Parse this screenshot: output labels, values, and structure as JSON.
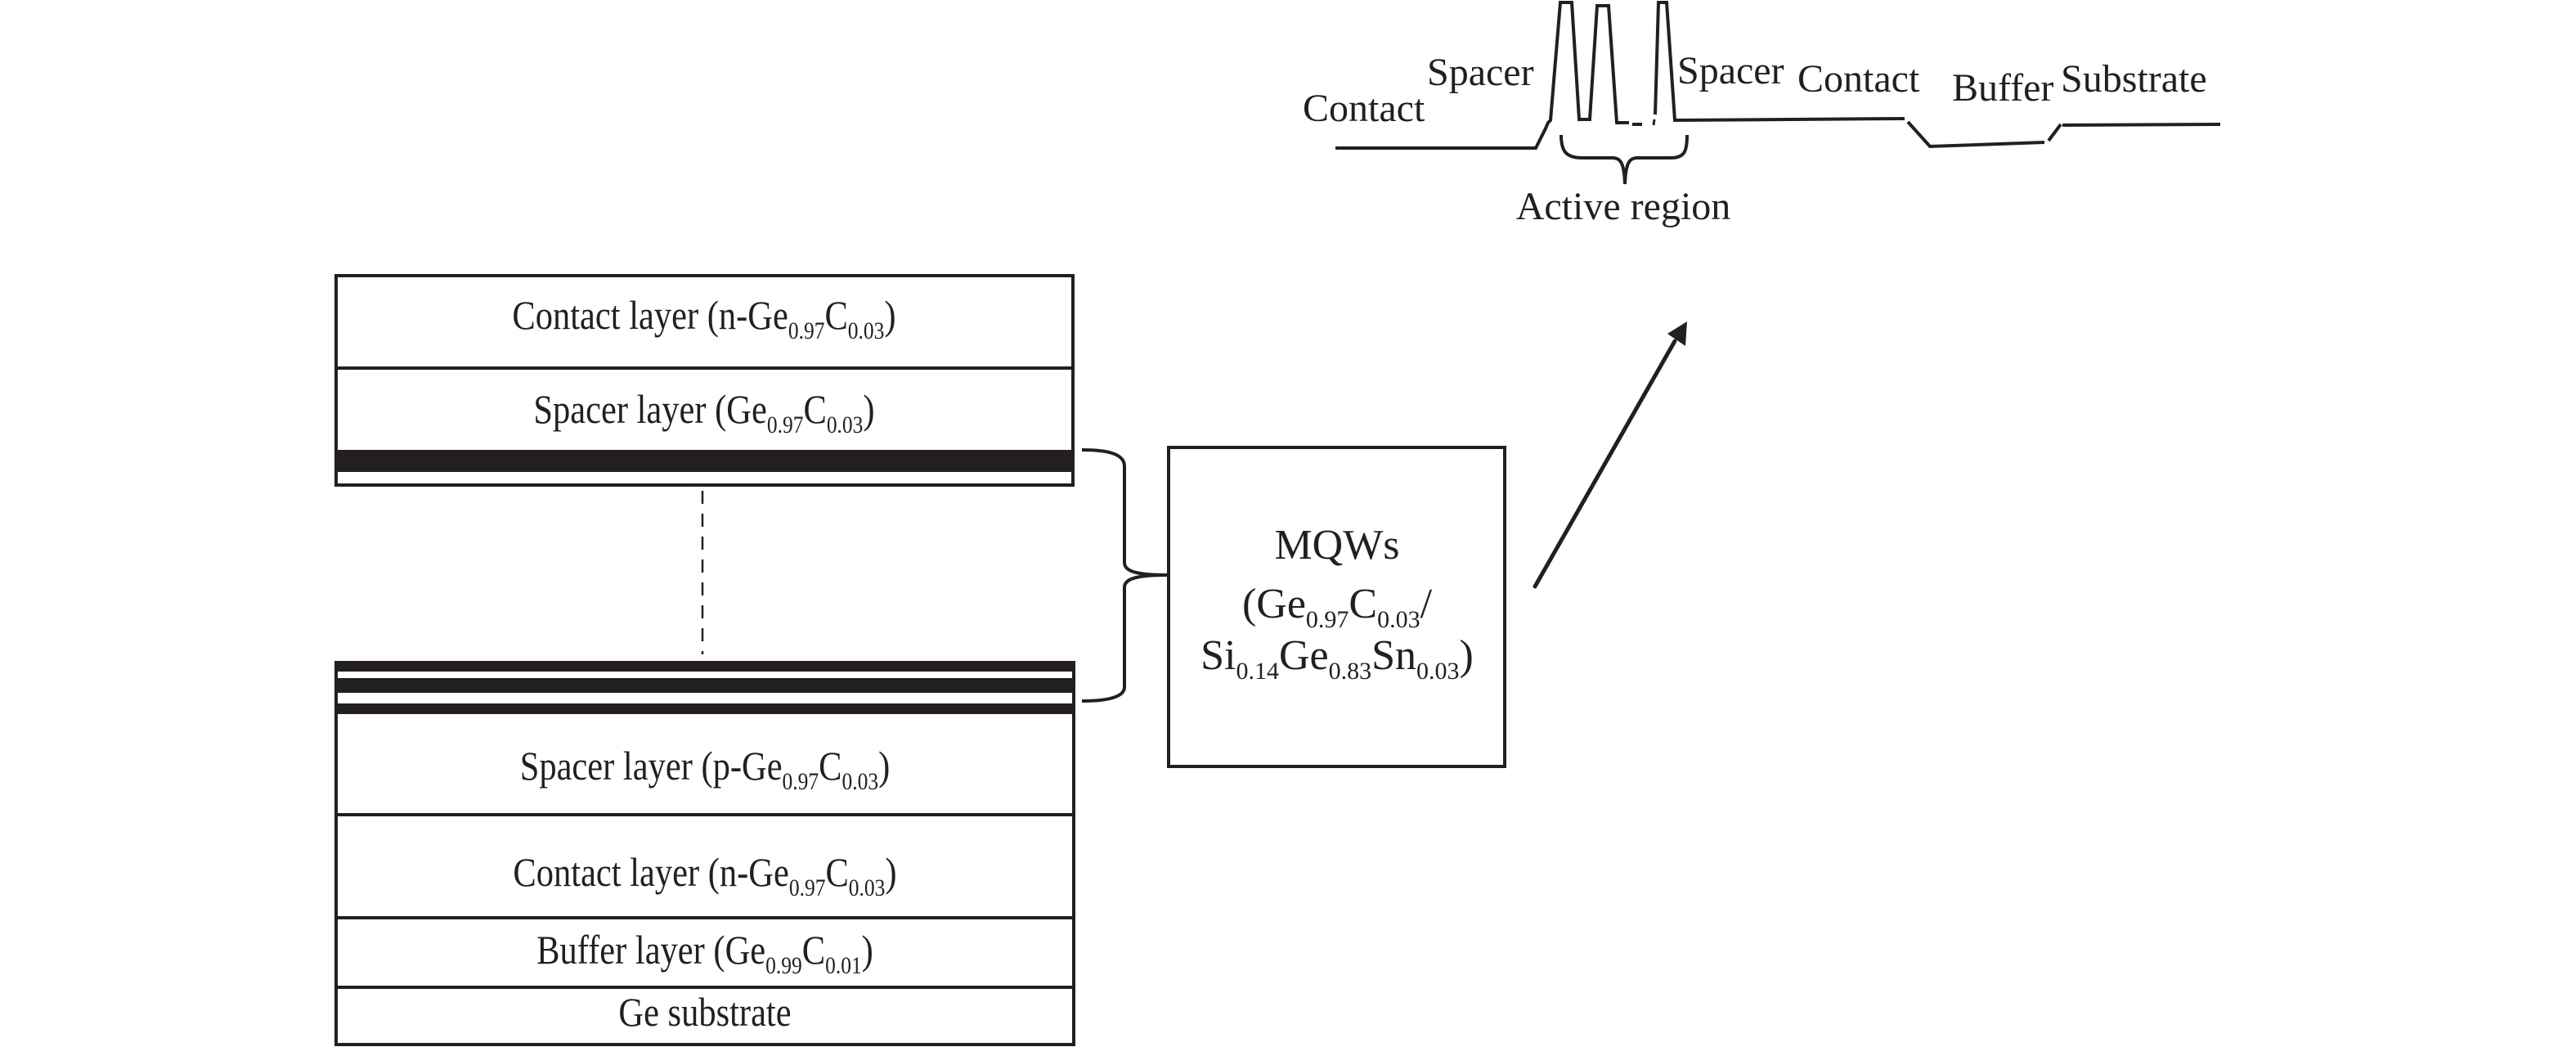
{
  "figure": {
    "stack_top": {
      "layers": [
        {
          "id": "contact-top",
          "parts": [
            [
              "Contact layer (n-Ge",
              ""
            ],
            [
              "0.97",
              "sub"
            ],
            [
              "C",
              ""
            ],
            [
              "0.03",
              "sub"
            ],
            [
              ")",
              ""
            ]
          ]
        },
        {
          "id": "spacer-top",
          "parts": [
            [
              "Spacer layer (Ge",
              ""
            ],
            [
              "0.97",
              "sub"
            ],
            [
              "C",
              ""
            ],
            [
              "0.03",
              "sub"
            ],
            [
              ")",
              ""
            ]
          ]
        }
      ]
    },
    "stack_bottom": {
      "layers": [
        {
          "id": "spacer-bottom",
          "parts": [
            [
              "Spacer layer (p-Ge",
              ""
            ],
            [
              "0.97",
              "sub"
            ],
            [
              "C",
              ""
            ],
            [
              "0.03",
              "sub"
            ],
            [
              ")",
              ""
            ]
          ]
        },
        {
          "id": "contact-bottom",
          "parts": [
            [
              "Contact layer (n-Ge",
              ""
            ],
            [
              "0.97",
              "sub"
            ],
            [
              "C",
              ""
            ],
            [
              "0.03",
              "sub"
            ],
            [
              ")",
              ""
            ]
          ]
        },
        {
          "id": "buffer",
          "parts": [
            [
              "Buffer layer (Ge",
              ""
            ],
            [
              "0.99",
              "sub"
            ],
            [
              "C",
              ""
            ],
            [
              "0.01",
              "sub"
            ],
            [
              ")",
              ""
            ]
          ]
        },
        {
          "id": "substrate",
          "parts": [
            [
              "Ge substrate",
              ""
            ]
          ]
        }
      ]
    },
    "mqw_box": {
      "lines": [
        [
          [
            "MQWs",
            ""
          ]
        ],
        [
          [
            "(Ge",
            ""
          ],
          [
            "0.97",
            "sub"
          ],
          [
            "C",
            ""
          ],
          [
            "0.03",
            "sub"
          ],
          [
            "/",
            ""
          ]
        ],
        [
          [
            "Si",
            ""
          ],
          [
            "0.14",
            "sub"
          ],
          [
            "Ge",
            ""
          ],
          [
            "0.83",
            "sub"
          ],
          [
            "Sn",
            ""
          ],
          [
            "0.03",
            "sub"
          ],
          [
            ")",
            ""
          ]
        ]
      ]
    },
    "band_diagram": {
      "labels": {
        "contact_left": "Contact",
        "spacer_left": "Spacer",
        "spacer_right": "Spacer",
        "contact_right": "Contact",
        "buffer": "Buffer",
        "substrate": "Substrate",
        "active_region": "Active region"
      }
    },
    "colors": {
      "ink": "#231f20",
      "background": "#ffffff"
    }
  }
}
